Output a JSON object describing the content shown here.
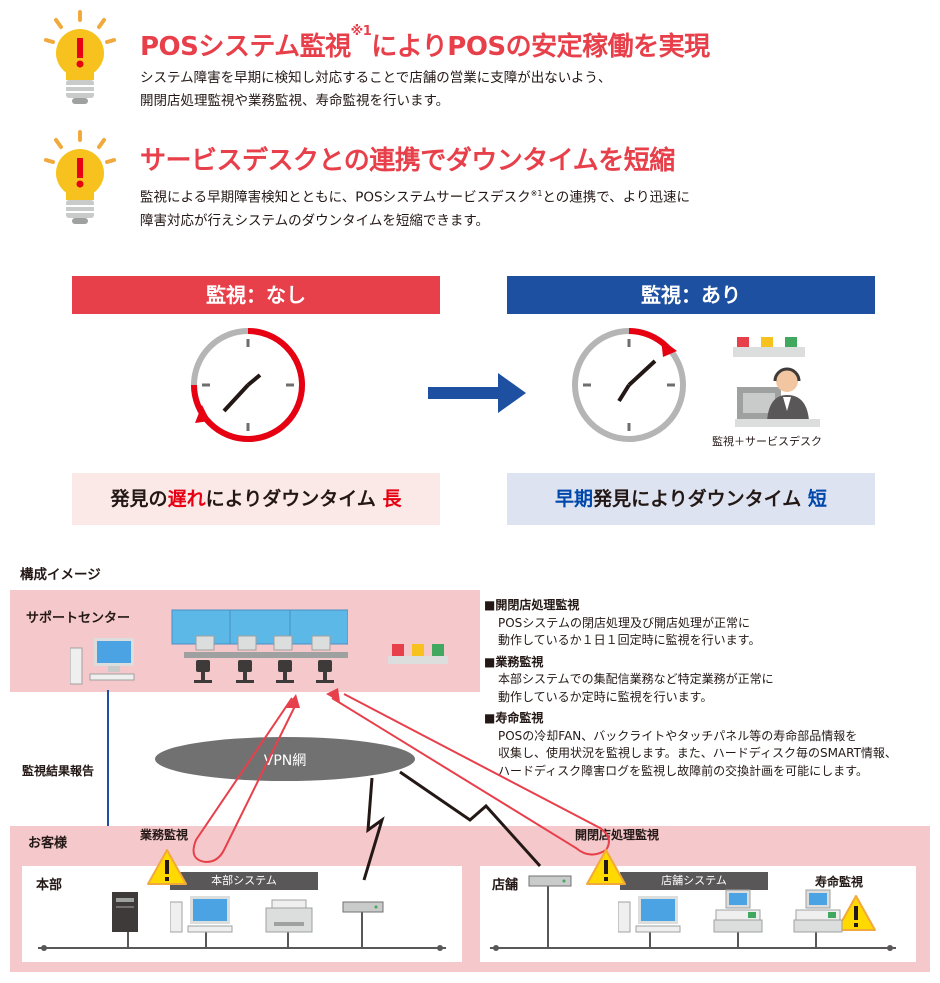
{
  "features": [
    {
      "title_pre": "POSシステム監視",
      "title_sup": "※1",
      "title_post": "によりPOSの安定稼働を実現",
      "desc_line1": "システム障害を早期に検知し対応することで店舗の営業に支障が出ないよう、",
      "desc_line2": "開閉店処理監視や業務監視、寿命監視を行います。"
    },
    {
      "title": "サービスデスクとの連携でダウンタイムを短縮",
      "desc_line1_pre": "監視による早期障害検知とともに、POSシステムサービスデスク",
      "desc_line1_sup": "※1",
      "desc_line1_post": "との連携で、より迅速に",
      "desc_line2": "障害対応が行えシステムのダウンタイムを短縮できます。"
    }
  ],
  "comparison": {
    "without": {
      "header": "監視：なし",
      "result_pre": "発見の",
      "result_em": "遅れ",
      "result_mid": "によりダウンタイム ",
      "result_end": "長"
    },
    "with": {
      "header": "監視：あり",
      "result_em": "早期",
      "result_mid": "発見によりダウンタイム ",
      "result_end": "短",
      "servicedesk_label": "監視＋サービスデスク"
    }
  },
  "diagram": {
    "title": "構成イメージ",
    "support_center": "サポートセンター",
    "report_label": "監視結果報告",
    "vpn": "VPN網",
    "customer": "お客様",
    "headquarters": "本部",
    "hq_system": "本部システム",
    "store": "店舗",
    "store_system": "店舗システム",
    "business_monitor": "業務監視",
    "openclose_monitor": "開閉店処理監視",
    "lifetime_monitor": "寿命監視"
  },
  "descriptions": [
    {
      "heading": "■開閉店処理監視",
      "lines": [
        "POSシステムの閉店処理及び開店処理が正常に",
        "動作しているか１日１回定時に監視を行います。"
      ]
    },
    {
      "heading": "■業務監視",
      "lines": [
        "本部システムでの集配信業務など特定業務が正常に",
        "動作しているか定時に監視を行います。"
      ]
    },
    {
      "heading": "■寿命監視",
      "lines": [
        "POSの冷却FAN、バックライトやタッチパネル等の寿命部品情報を",
        "収集し、使用状況を監視します。また、ハードディスク毎のSMART情報、",
        "ハードディスク障害ログを監視し故障前の交換計画を可能にします。"
      ]
    }
  ],
  "colors": {
    "accent_red": "#e8404b",
    "accent_blue": "#1e50a2",
    "pink_bg": "#f5c9cb",
    "light_blue_bg": "#dde3f1",
    "light_pink_bg": "#fbe9e8",
    "warning_yellow": "#ffd900"
  },
  "icons": [
    "lightbulb-warning-icon",
    "clock-icon",
    "arrow-right-icon",
    "operator-icon",
    "warning-icon",
    "monitor-icon",
    "server-icon",
    "printer-icon",
    "router-icon",
    "pos-terminal-icon",
    "chair-icon",
    "signal-light-icon"
  ]
}
